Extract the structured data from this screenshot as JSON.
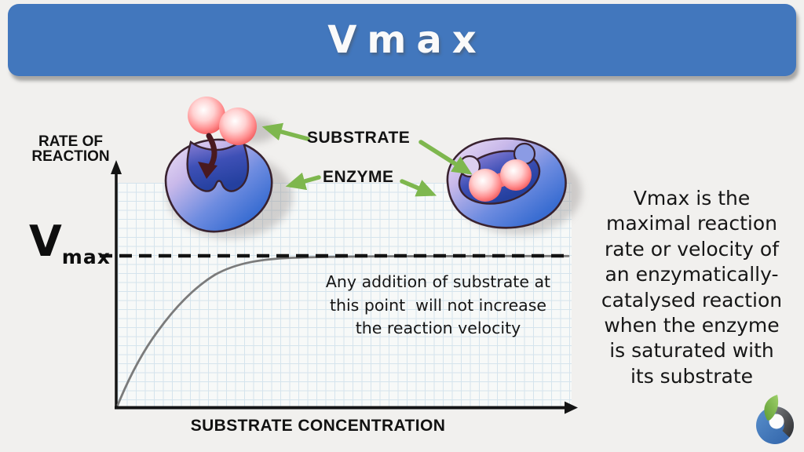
{
  "title": "Vmax",
  "graph": {
    "y_axis_label_line1": "RATE OF",
    "y_axis_label_line2": "REACTION",
    "x_axis_label": "SUBSTRATE CONCENTRATION",
    "vmax_base": "V",
    "vmax_sub": "max"
  },
  "diagram_labels": {
    "substrate": "SUBSTRATE",
    "enzyme": "ENZYME"
  },
  "annotation_lines": [
    "Any addition of substrate at",
    "this point  will not increase",
    "the reaction velocity"
  ],
  "definition_lines": [
    "Vmax is the",
    "maximal reaction",
    "rate or velocity of",
    "an enzymatically-",
    "catalysed reaction",
    "when the enzyme",
    "is saturated with",
    "its substrate"
  ],
  "icons": {
    "brand_logo": "biology-online-logo",
    "substrate_molecule": "red-dumbbell-substrate",
    "enzyme_free": "enzyme-with-empty-active-site",
    "enzyme_bound": "enzyme-substrate-complex"
  },
  "colors": {
    "header_blue": "#4277bd",
    "arrow_green": "#7eb74e",
    "substrate_red": "#ee5a5c",
    "enzyme_blue": "#3b6ed2",
    "enzyme_lavender": "#ecdff6",
    "grid_line": "#d5e4ed",
    "background": "#f1f0ee",
    "curve_gray": "#7b7b7b",
    "ink_black": "#131313",
    "logo_blue": "#3f72b8",
    "logo_green": "#7db944",
    "logo_gray": "#4a4b4e"
  },
  "chart_data": {
    "type": "line",
    "title": "Vmax",
    "xlabel": "SUBSTRATE CONCENTRATION",
    "ylabel": "RATE OF REACTION",
    "curve": "michaelis-menten saturation curve",
    "axis_numeric_ticks": "none (qualitative axes)",
    "grid": "graph-paper squares",
    "legend": "none",
    "series": [
      {
        "name": "reaction rate vs substrate concentration",
        "x_relative": [
          0,
          0.05,
          0.1,
          0.15,
          0.2,
          0.3,
          0.4,
          0.5,
          0.7,
          1.0
        ],
        "y_relative_to_vmax": [
          0,
          0.35,
          0.55,
          0.67,
          0.75,
          0.85,
          0.9,
          0.94,
          0.97,
          0.99
        ]
      }
    ],
    "annotations": [
      {
        "label": "Vmax",
        "type": "dashed horizontal asymptote",
        "y_relative": 1.0
      },
      {
        "label": "Any addition of substrate at this point  will not increase the reaction velocity",
        "type": "note inside plot"
      }
    ]
  }
}
